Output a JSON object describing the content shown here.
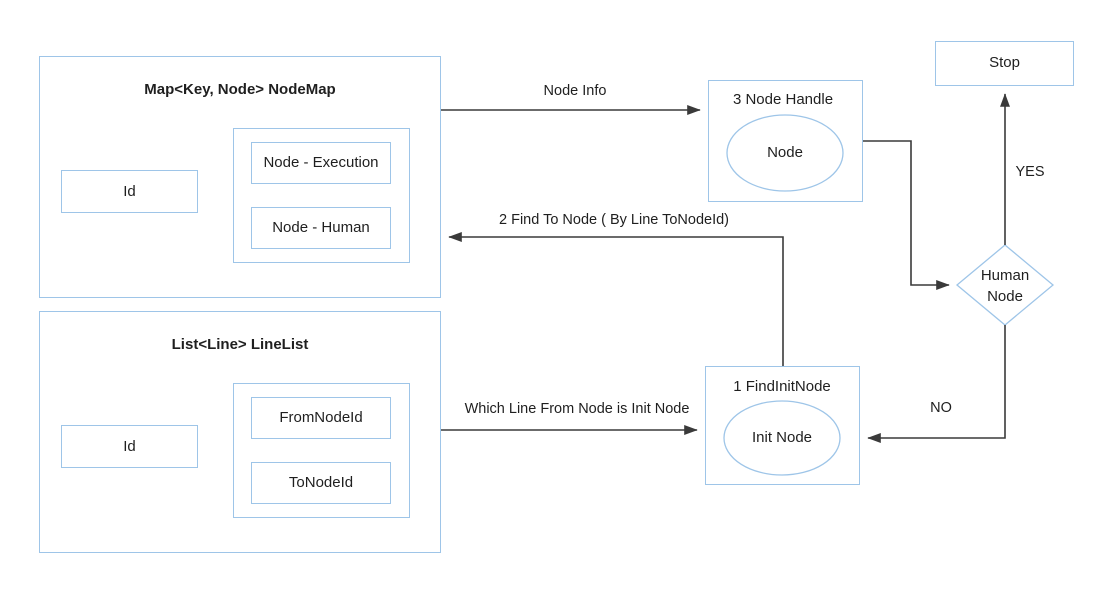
{
  "diagram": {
    "type": "flow-diagram",
    "background_color": "#ffffff",
    "shape_border_color": "#9ec5e8",
    "connector_color": "#3a3a3a",
    "text_color": "#1f1f1f"
  },
  "containers": [
    {
      "id": "nodemap",
      "title": "Map<Key, Node> NodeMap",
      "fields": [
        {
          "id": "nodemap-id",
          "label": "Id"
        }
      ],
      "group": {
        "id": "nodemap-group",
        "items": [
          {
            "id": "node-execution",
            "label": "Node - Execution"
          },
          {
            "id": "node-human",
            "label": "Node - Human"
          }
        ]
      }
    },
    {
      "id": "linelist",
      "title": "List<Line> LineList",
      "fields": [
        {
          "id": "linelist-id",
          "label": "Id"
        }
      ],
      "group": {
        "id": "linelist-group",
        "items": [
          {
            "id": "from-node-id",
            "label": "FromNodeId"
          },
          {
            "id": "to-node-id",
            "label": "ToNodeId"
          }
        ]
      }
    }
  ],
  "process_nodes": [
    {
      "id": "node-handle",
      "title": "3 Node Handle",
      "inner_label": "Node",
      "inner_shape": "ellipse"
    },
    {
      "id": "find-init-node",
      "title": "1 FindInitNode",
      "inner_label": "Init Node",
      "inner_shape": "ellipse"
    }
  ],
  "terminal": {
    "id": "stop",
    "label": "Stop",
    "shape": "rectangle"
  },
  "decision": {
    "id": "human-node",
    "line1": "Human",
    "line2": "Node",
    "shape": "diamond"
  },
  "connectors": [
    {
      "id": "node-info",
      "label": "Node Info",
      "from": "nodemap",
      "to": "node-handle"
    },
    {
      "id": "find-to-node",
      "label": "2 Find To Node ( By Line ToNodeId)",
      "from": "find-init-node",
      "to": "nodemap"
    },
    {
      "id": "which-line",
      "label": "Which Line From Node is Init Node",
      "from": "linelist",
      "to": "find-init-node"
    },
    {
      "id": "handle-to-decision",
      "label": "",
      "from": "node-handle",
      "to": "human-node"
    },
    {
      "id": "decision-yes",
      "label": "YES",
      "from": "human-node",
      "to": "stop"
    },
    {
      "id": "decision-no",
      "label": "NO",
      "from": "human-node",
      "to": "find-init-node"
    },
    {
      "id": "init-to-find",
      "label": "",
      "from": "find-init-node",
      "to": "find-to-node"
    }
  ]
}
